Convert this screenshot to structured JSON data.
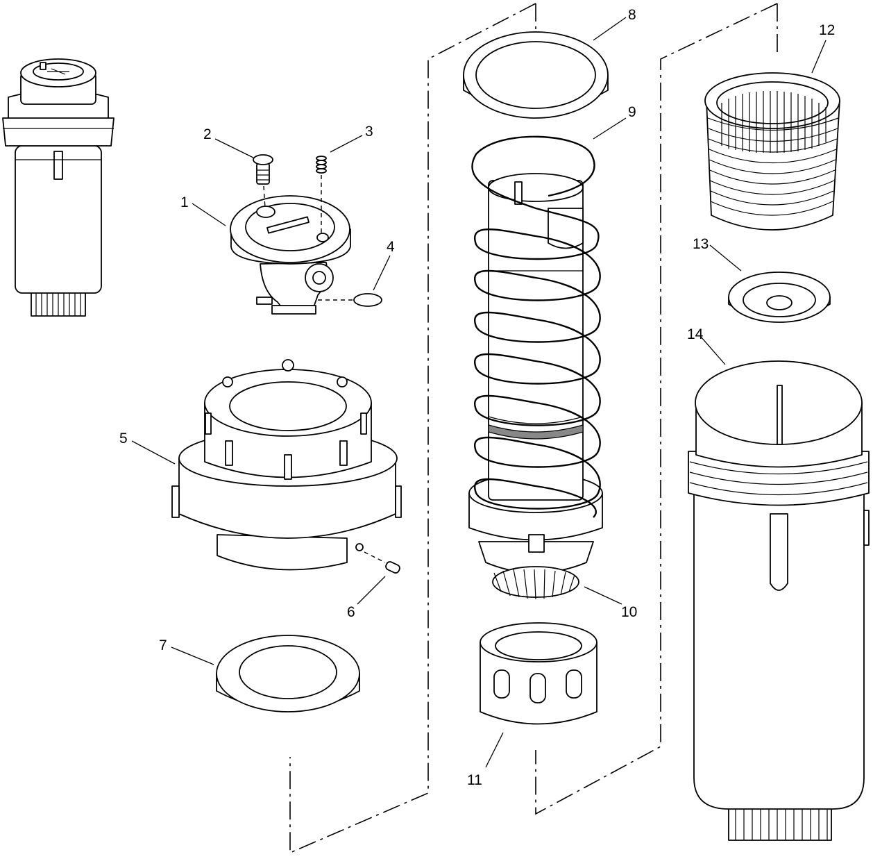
{
  "callouts": [
    {
      "id": "1",
      "label": "1"
    },
    {
      "id": "2",
      "label": "2"
    },
    {
      "id": "3",
      "label": "3"
    },
    {
      "id": "4",
      "label": "4"
    },
    {
      "id": "5",
      "label": "5"
    },
    {
      "id": "6",
      "label": "6"
    },
    {
      "id": "7",
      "label": "7"
    },
    {
      "id": "8",
      "label": "8"
    },
    {
      "id": "9",
      "label": "9"
    },
    {
      "id": "10",
      "label": "10"
    },
    {
      "id": "11",
      "label": "11"
    },
    {
      "id": "12",
      "label": "12"
    },
    {
      "id": "13",
      "label": "13"
    },
    {
      "id": "14",
      "label": "14"
    }
  ],
  "colors": {
    "line": "#000000",
    "background": "#ffffff",
    "mesh": "#888888"
  }
}
